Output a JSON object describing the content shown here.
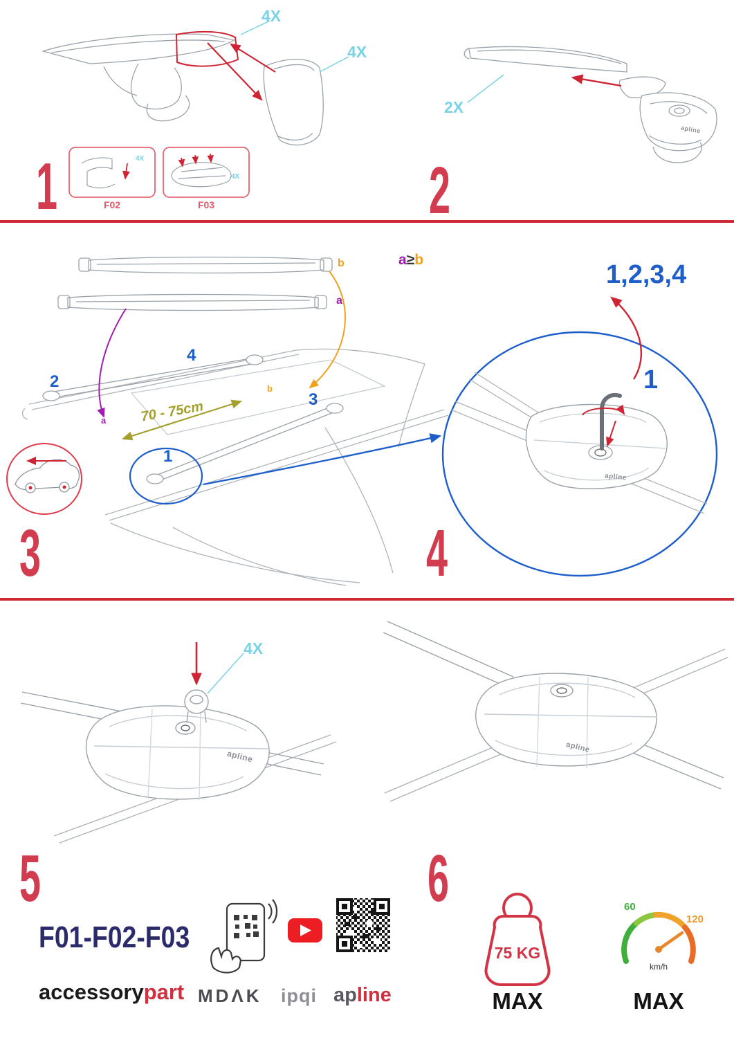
{
  "product": {
    "brand": "apline"
  },
  "steps": {
    "s1": {
      "number": "1",
      "qty_cover": "4X",
      "qty_cap": "4X",
      "box1_label": "F02",
      "box2_label": "F03",
      "box1_qty": "4X",
      "box2_qty": "4X"
    },
    "s2": {
      "number": "2",
      "qty": "2X"
    },
    "s3": {
      "number": "3",
      "bar_b": "b",
      "bar_a": "a",
      "rule_a": "a",
      "rule_op": "≥",
      "rule_b": "b",
      "pos_front_left": "2",
      "pos_front_right": "4",
      "pos_rear_right": "3",
      "pos_rear_left": "1",
      "distance": "70 - 75cm",
      "roof_a": "a",
      "roof_b": "b"
    },
    "s4": {
      "number": "4",
      "sequence": "1,2,3,4",
      "torque_step": "1"
    },
    "s5": {
      "number": "5",
      "qty": "4X"
    },
    "s6": {
      "number": "6"
    }
  },
  "footer": {
    "models": "F01-F02-F03",
    "brands": {
      "accessory": "accessory",
      "part": "part",
      "mdak": "MDΛK",
      "ipqi": "ipqi",
      "ap": "ap",
      "line": "line"
    },
    "weight": {
      "value": "75 KG",
      "max": "MAX"
    },
    "speed": {
      "low": "60",
      "high": "120",
      "unit": "km/h",
      "max": "MAX"
    }
  }
}
